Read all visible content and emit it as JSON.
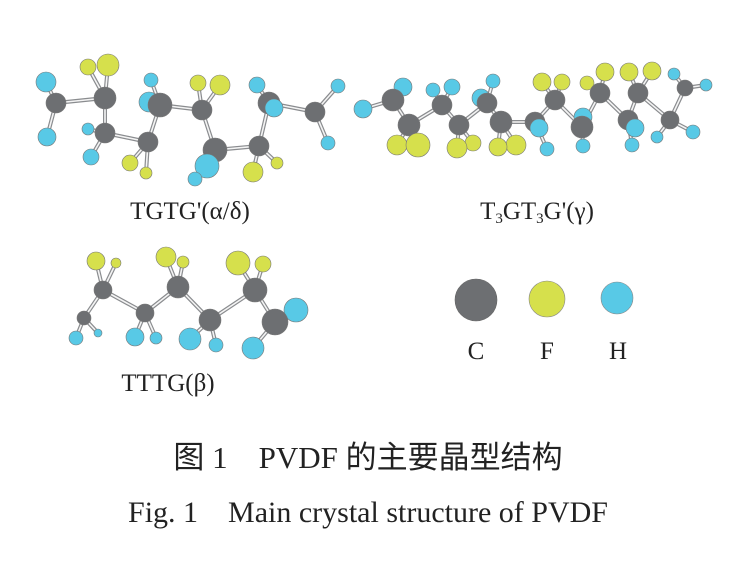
{
  "molecules": [
    {
      "label": "TGTG'(α/δ)"
    },
    {
      "label_parts": [
        "T",
        "3",
        "GT",
        "3",
        "G'(γ)"
      ]
    },
    {
      "label": "TTTG(β)"
    }
  ],
  "legend": [
    {
      "symbol": "C",
      "color": "#6d6f72"
    },
    {
      "symbol": "F",
      "color": "#d6e04c"
    },
    {
      "symbol": "H",
      "color": "#58c9e6"
    }
  ],
  "caption": {
    "chinese": "图 1    PVDF 的主要晶型结构",
    "english": "Fig. 1    Main crystal structure of PVDF"
  }
}
